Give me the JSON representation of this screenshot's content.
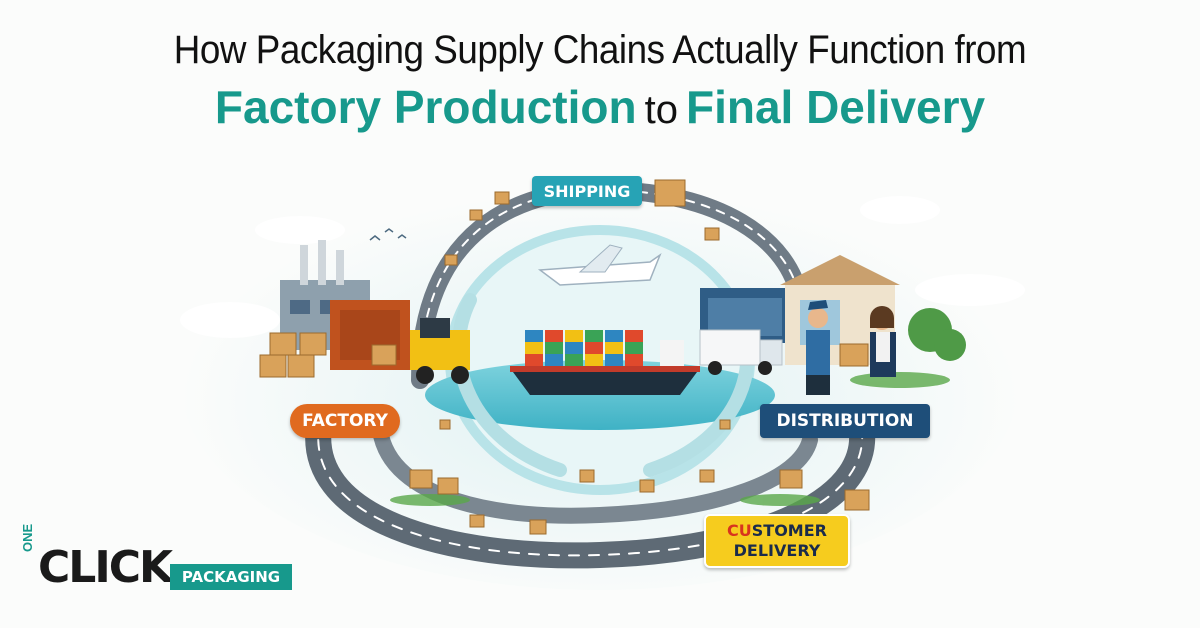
{
  "header": {
    "line1": "How Packaging Supply Chains Actually Function from",
    "highlight1": "Factory Production",
    "connector": "to",
    "highlight2": "Final Delivery"
  },
  "labels": {
    "shipping": "SHIPPING",
    "factory": "FACTORY",
    "distribution": "DISTRIBUTION",
    "customer_cu": "CU",
    "customer_rest": "STOMER",
    "customer_line2": "DELIVERY"
  },
  "logo": {
    "one": "ONE",
    "click": "CLICK",
    "packaging": "PACKAGING"
  },
  "colors": {
    "teal": "#17998c",
    "orange": "#e06a1f",
    "navy": "#1e4e79",
    "yellow": "#f6cc1e"
  }
}
